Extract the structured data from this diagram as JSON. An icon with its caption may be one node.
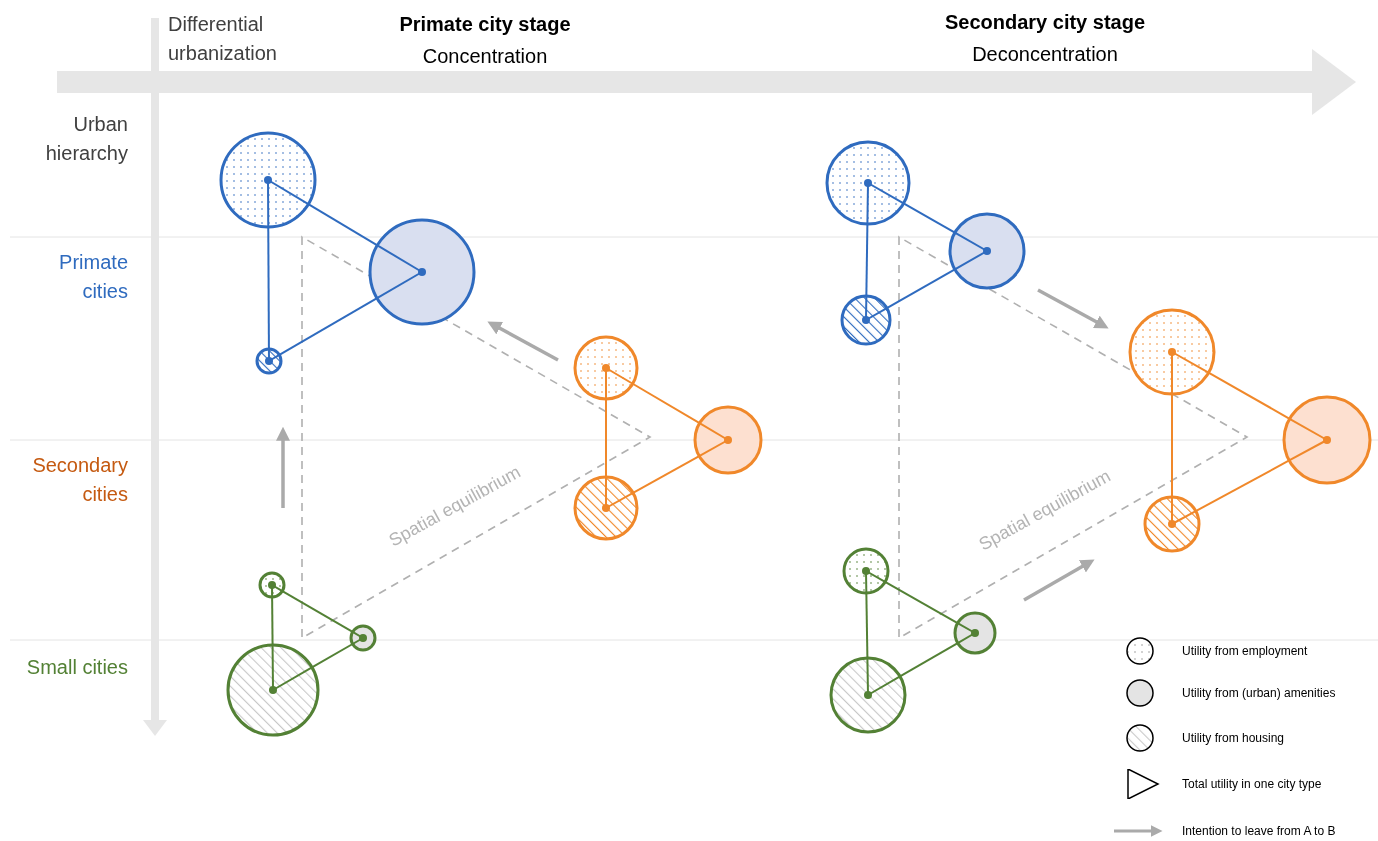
{
  "diagram": {
    "nodes": [
      {
        "text": [],
        "shape": "circle"
      },
      {
        "text": [],
        "shape": "circle"
      },
      {
        "text": [],
        "shape": "circle"
      },
      {
        "text": [],
        "shape": "circle"
      },
      {
        "text": [],
        "shape": "circle"
      },
      {
        "text": [],
        "shape": "circle"
      },
      {
        "text": [],
        "shape": "circle"
      },
      {
        "text": [],
        "shape": "circle"
      },
      {
        "text": [],
        "shape": "circle"
      },
      {
        "text": [],
        "shape": "circle"
      },
      {
        "text": [],
        "shape": "circle"
      },
      {
        "text": [],
        "shape": "circle"
      },
      {
        "text": [],
        "shape": "circle"
      },
      {
        "text": [],
        "shape": "circle"
      },
      {
        "text": [],
        "shape": "circle"
      },
      {
        "text": [],
        "shape": "circle"
      },
      {
        "text": [],
        "shape": "circle"
      },
      {
        "text": [],
        "shape": "circle"
      }
    ],
    "edges": [
      {
        "from": 0,
        "to": 1,
        "arrow": "none"
      },
      {
        "from": 1,
        "to": 2,
        "arrow": "none"
      },
      {
        "from": 0,
        "to": 2,
        "arrow": "none"
      },
      {
        "from": 3,
        "to": 4,
        "arrow": "none",
        "color": "#f0882a"
      },
      {
        "from": 4,
        "to": 5,
        "arrow": "none",
        "color": "#f0882a"
      },
      {
        "from": 3,
        "to": 5,
        "arrow": "none",
        "color": "#f0882a"
      },
      {
        "from": 6,
        "to": 7,
        "arrow": "none",
        "color": "#538135"
      },
      {
        "from": 7,
        "to": 8,
        "arrow": "none",
        "color": "#538135"
      },
      {
        "from": 6,
        "to": 8,
        "arrow": "none",
        "color": "#538135"
      },
      {
        "from": 9,
        "to": 10,
        "arrow": "none"
      },
      {
        "from": 10,
        "to": 11,
        "arrow": "none"
      },
      {
        "from": 9,
        "to": 11,
        "arrow": "none"
      },
      {
        "from": 12,
        "to": 13,
        "arrow": "none",
        "color": "#f0882a"
      },
      {
        "from": 13,
        "to": 14,
        "arrow": "none",
        "color": "#f0882a"
      },
      {
        "from": 12,
        "to": 14,
        "arrow": "none",
        "color": "#f0882a"
      },
      {
        "from": 15,
        "to": 16,
        "arrow": "none",
        "color": "#538135"
      },
      {
        "from": 16,
        "to": 17,
        "arrow": "none",
        "color": "#538135"
      },
      {
        "from": 15,
        "to": 17,
        "arrow": "none",
        "color": "#538135"
      }
    ],
    "labels": [
      "Differential urbanization",
      "Primate city stage",
      "Concentration",
      "Secondary city stage",
      "Deconcentration",
      "Urban hierarchy",
      "Primate cities",
      "Secondary cities",
      "Small cities",
      "Spatial equilibrium",
      "Spatial equilibrium"
    ],
    "legend": [
      {
        "text": "Utility from employment"
      },
      {
        "text": "Utility from (urban) amenities"
      },
      {
        "text": "Utility from housing"
      },
      {
        "text": "Total utility in one city type"
      },
      {
        "text": "Intention to leave from A to B"
      }
    ]
  }
}
